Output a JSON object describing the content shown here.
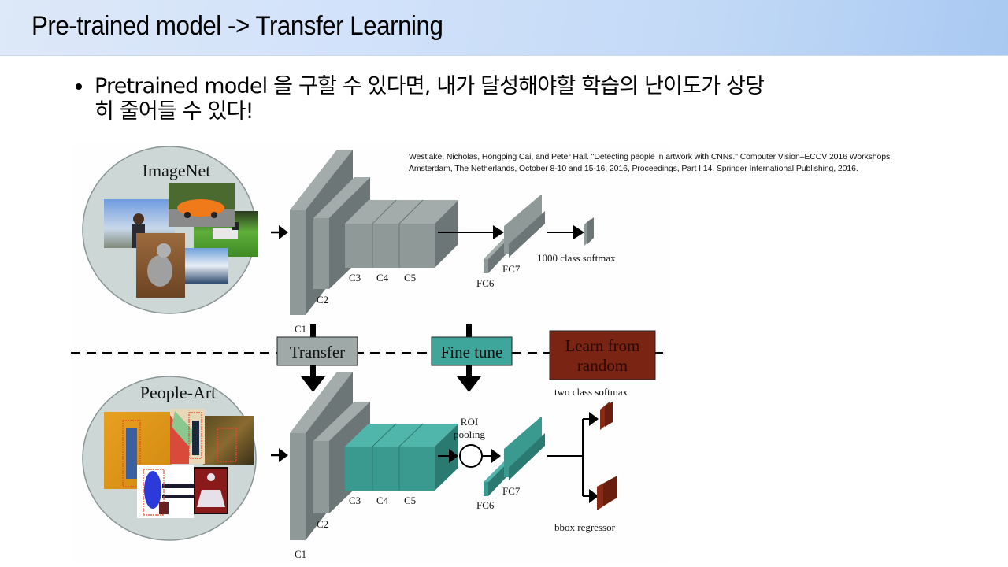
{
  "slide": {
    "title": "Pre-trained model -> Transfer Learning",
    "bullets": [
      {
        "line1": "Pretrained model 을 구할 수 있다면, 내가 달성해야할 학습의 난이도가 상당",
        "line2": "히 줄어들 수 있다!"
      }
    ]
  },
  "citation": {
    "line1": "Westlake, Nicholas, Hongping Cai, and Peter Hall. \"Detecting people in artwork with CNNs.\" Computer Vision–ECCV 2016 Workshops:",
    "line2": "Amsterdam, The Netherlands, October 8-10 and 15-16, 2016, Proceedings, Part I 14. Springer International Publishing, 2016."
  },
  "diagram": {
    "top_network": {
      "dataset_label": "ImageNet",
      "layers": [
        "C1",
        "C2",
        "C3",
        "C4",
        "C5",
        "FC6",
        "FC7"
      ],
      "output_label": "1000 class softmax"
    },
    "stages": [
      {
        "label": "Transfer",
        "color": "#9fa9a8"
      },
      {
        "label": "Fine tune",
        "color": "#3fa69b"
      },
      {
        "label": "Learn from random",
        "label_line1": "Learn from",
        "label_line2": "random",
        "color": "#7a2414"
      }
    ],
    "bottom_network": {
      "dataset_label": "People-Art",
      "layers": [
        "C1",
        "C2",
        "C3",
        "C4",
        "C5",
        "FC6",
        "FC7"
      ],
      "roi_label_line1": "ROI",
      "roi_label_line2": "pooling",
      "output_top_label": "two class softmax",
      "output_bottom_label": "bbox regressor"
    },
    "colors": {
      "gray_front": "#8f9998",
      "gray_top": "#a3acab",
      "gray_side": "#6c7676",
      "teal_front": "#3a9a90",
      "teal_top": "#50b5aa",
      "teal_side": "#2b7a72",
      "red_front": "#8b2a14",
      "red_side": "#6a1e0d",
      "ellipse": "#cfd8d8"
    }
  }
}
